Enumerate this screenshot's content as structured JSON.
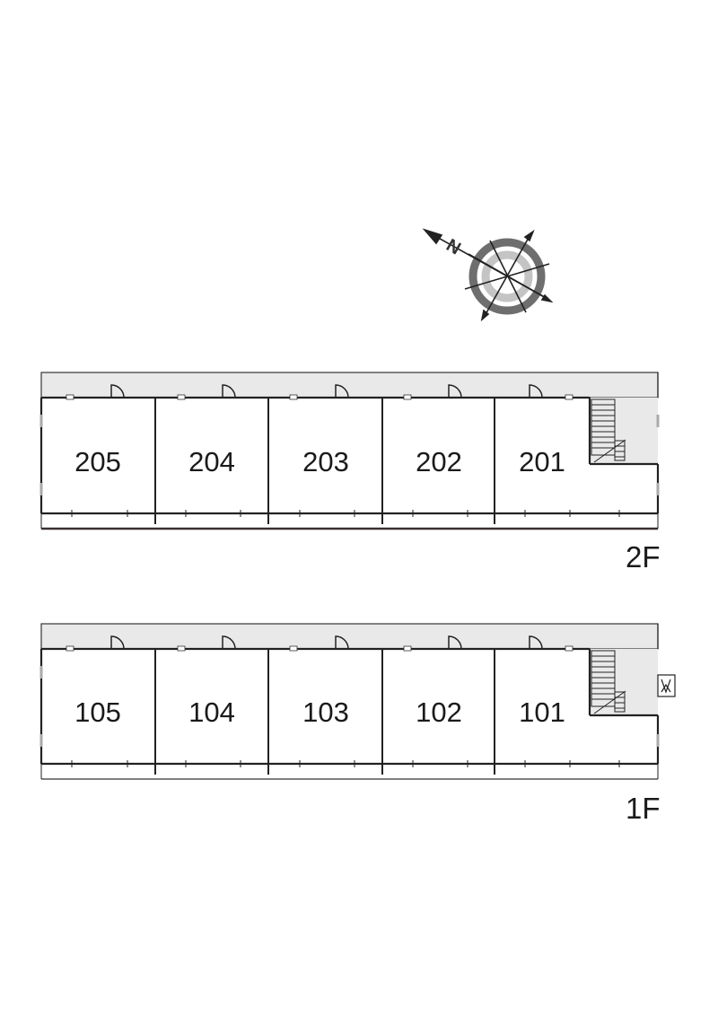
{
  "compass": {
    "north_label": "N",
    "icon": "compass-rose-icon"
  },
  "floors": [
    {
      "id": "2F",
      "label": "2F",
      "units": [
        "205",
        "204",
        "203",
        "202",
        "201"
      ]
    },
    {
      "id": "1F",
      "label": "1F",
      "units": [
        "105",
        "104",
        "103",
        "102",
        "101"
      ]
    }
  ],
  "colors": {
    "corridor": "#e8e8e8",
    "wall": "#222222",
    "compass_dark": "#666666",
    "compass_light": "#bdbdbd"
  }
}
